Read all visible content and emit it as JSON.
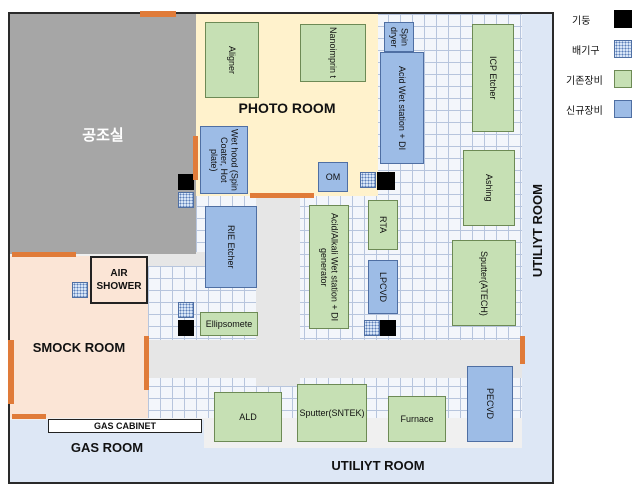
{
  "rooms": {
    "gongjosil": "공조실",
    "photo_room": "PHOTO ROOM",
    "air_shower": "AIR SHOWER",
    "smock_room": "SMOCK  ROOM",
    "gas_room": "GAS ROOM",
    "gas_cabinet": "GAS CABINET",
    "utility_bottom": "UTILIYT  ROOM",
    "utility_right": "UTILIYT  ROOM"
  },
  "equipment": {
    "aligner": "Aligner",
    "nanoimprint": "Nanoimprin t",
    "spin_dryer": "Spin dryer",
    "acid_wet_station": "Acid  Wet station + DI",
    "icp_etcher": "ICP Etcher",
    "wet_hood": "Wet hood (Spin Coater, Hot plate)",
    "om": "OM",
    "ashing": "Ashing",
    "rie_etcher": "RIE Etcher",
    "acid_alkali": "Acid/Alkali  Wet station + DI generator",
    "rta": "RTA",
    "lpcvd": "LPCVD",
    "sputter_atech": "Sputter(ATECH)",
    "ellipsometer": "Ellipsomete",
    "ald": "ALD",
    "sputter_sntek": "Sputter(SNTEK)",
    "furnace": "Furnace",
    "pecvd": "PECVD"
  },
  "legend": [
    {
      "label": "기둥",
      "kind": "pillar"
    },
    {
      "label": "배기구",
      "kind": "exhaust"
    },
    {
      "label": "기존장비",
      "kind": "existing",
      "color": "#c6e0b4"
    },
    {
      "label": "신규장비",
      "kind": "new",
      "color": "#9dbce6"
    }
  ],
  "colors": {
    "existing": "#c6e0b4",
    "new": "#9dbce6",
    "photo_room": "#fff2cc",
    "smock_room": "#fbe5d6",
    "door": "#e07b39",
    "gongjosil": "#a6a6a6"
  }
}
